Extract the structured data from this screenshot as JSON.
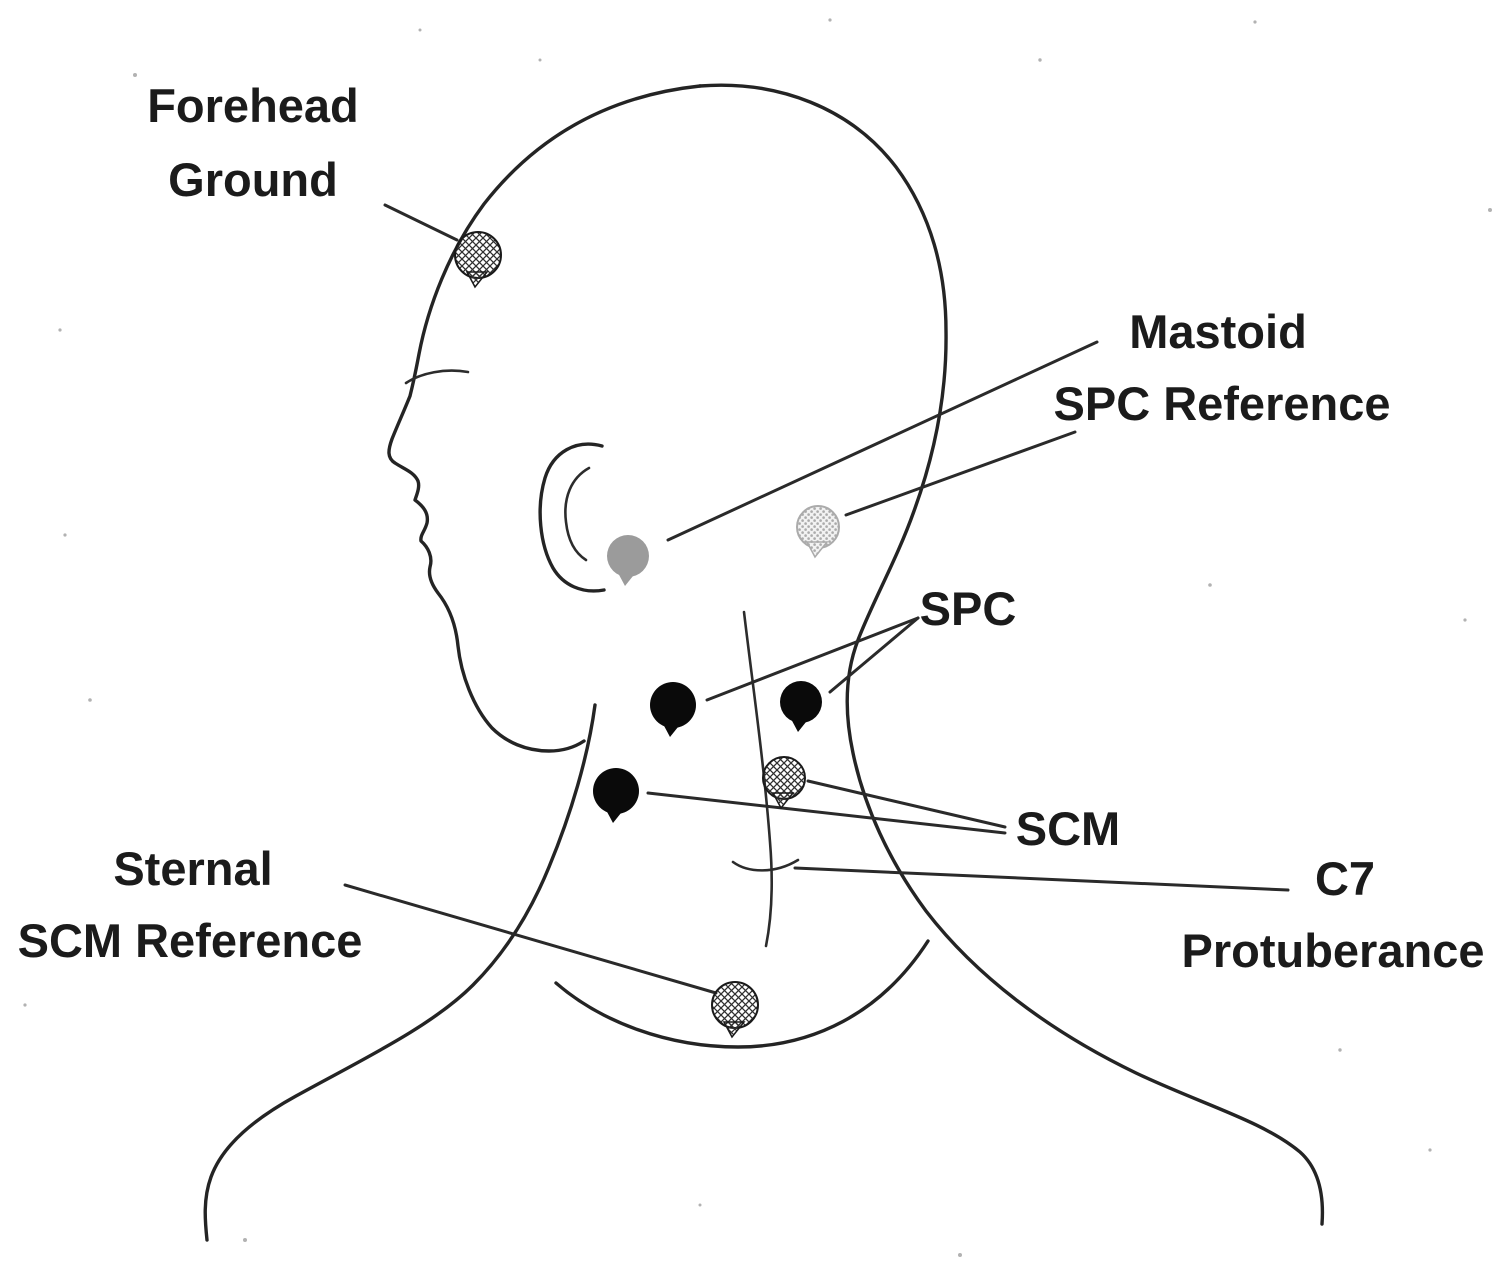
{
  "labels": {
    "forehead_ground": {
      "line1": "Forehead",
      "line2": "Ground"
    },
    "mastoid": "Mastoid",
    "spc_reference": "SPC Reference",
    "spc": "SPC",
    "scm": "SCM",
    "sternal_scm_reference": {
      "line1": "Sternal",
      "line2": "SCM Reference"
    },
    "c7_protuberance": {
      "line1": "C7",
      "line2": "Protuberance"
    }
  },
  "electrodes": [
    {
      "name": "forehead-ground",
      "label": "Forehead Ground",
      "style": "crosshatch"
    },
    {
      "name": "mastoid",
      "label": "Mastoid",
      "style": "solid-gray"
    },
    {
      "name": "spc-reference",
      "label": "SPC Reference",
      "style": "stippled-gray"
    },
    {
      "name": "spc-left",
      "label": "SPC",
      "style": "solid-black"
    },
    {
      "name": "spc-right",
      "label": "SPC",
      "style": "solid-black"
    },
    {
      "name": "scm-left",
      "label": "SCM",
      "style": "solid-black"
    },
    {
      "name": "scm-right",
      "label": "SCM",
      "style": "crosshatch"
    },
    {
      "name": "sternal-scm-reference",
      "label": "Sternal SCM Reference",
      "style": "crosshatch"
    }
  ],
  "colors": {
    "ink": "#242424",
    "electrode_black": "#0a0a0a",
    "electrode_gray": "#9b9b9b",
    "electrode_gray_light": "#bfbfbf"
  }
}
